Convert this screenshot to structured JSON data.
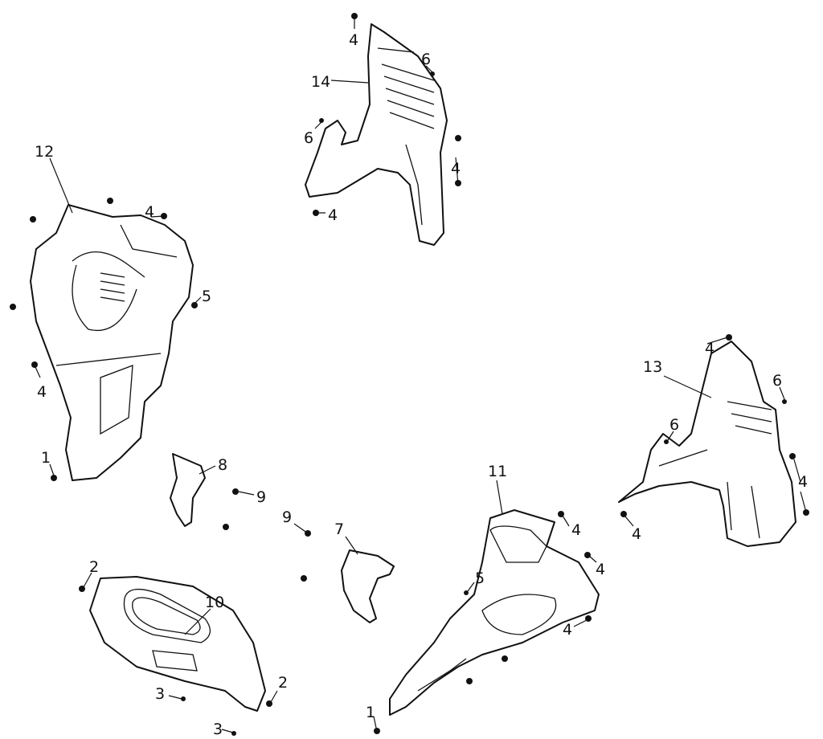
{
  "title": "Body panel exploded parts diagram",
  "callouts": [
    {
      "part": "4"
    },
    {
      "part": "6"
    },
    {
      "part": "14"
    },
    {
      "part": "6"
    },
    {
      "part": "4"
    },
    {
      "part": "4"
    },
    {
      "part": "12"
    },
    {
      "part": "4"
    },
    {
      "part": "5"
    },
    {
      "part": "4"
    },
    {
      "part": "1"
    },
    {
      "part": "8"
    },
    {
      "part": "9"
    },
    {
      "part": "9"
    },
    {
      "part": "7"
    },
    {
      "part": "2"
    },
    {
      "part": "10"
    },
    {
      "part": "3"
    },
    {
      "part": "2"
    },
    {
      "part": "3"
    },
    {
      "part": "11"
    },
    {
      "part": "4"
    },
    {
      "part": "4"
    },
    {
      "part": "5"
    },
    {
      "part": "4"
    },
    {
      "part": "1"
    },
    {
      "part": "13"
    },
    {
      "part": "4"
    },
    {
      "part": "6"
    },
    {
      "part": "6"
    },
    {
      "part": "4"
    },
    {
      "part": "4"
    }
  ]
}
